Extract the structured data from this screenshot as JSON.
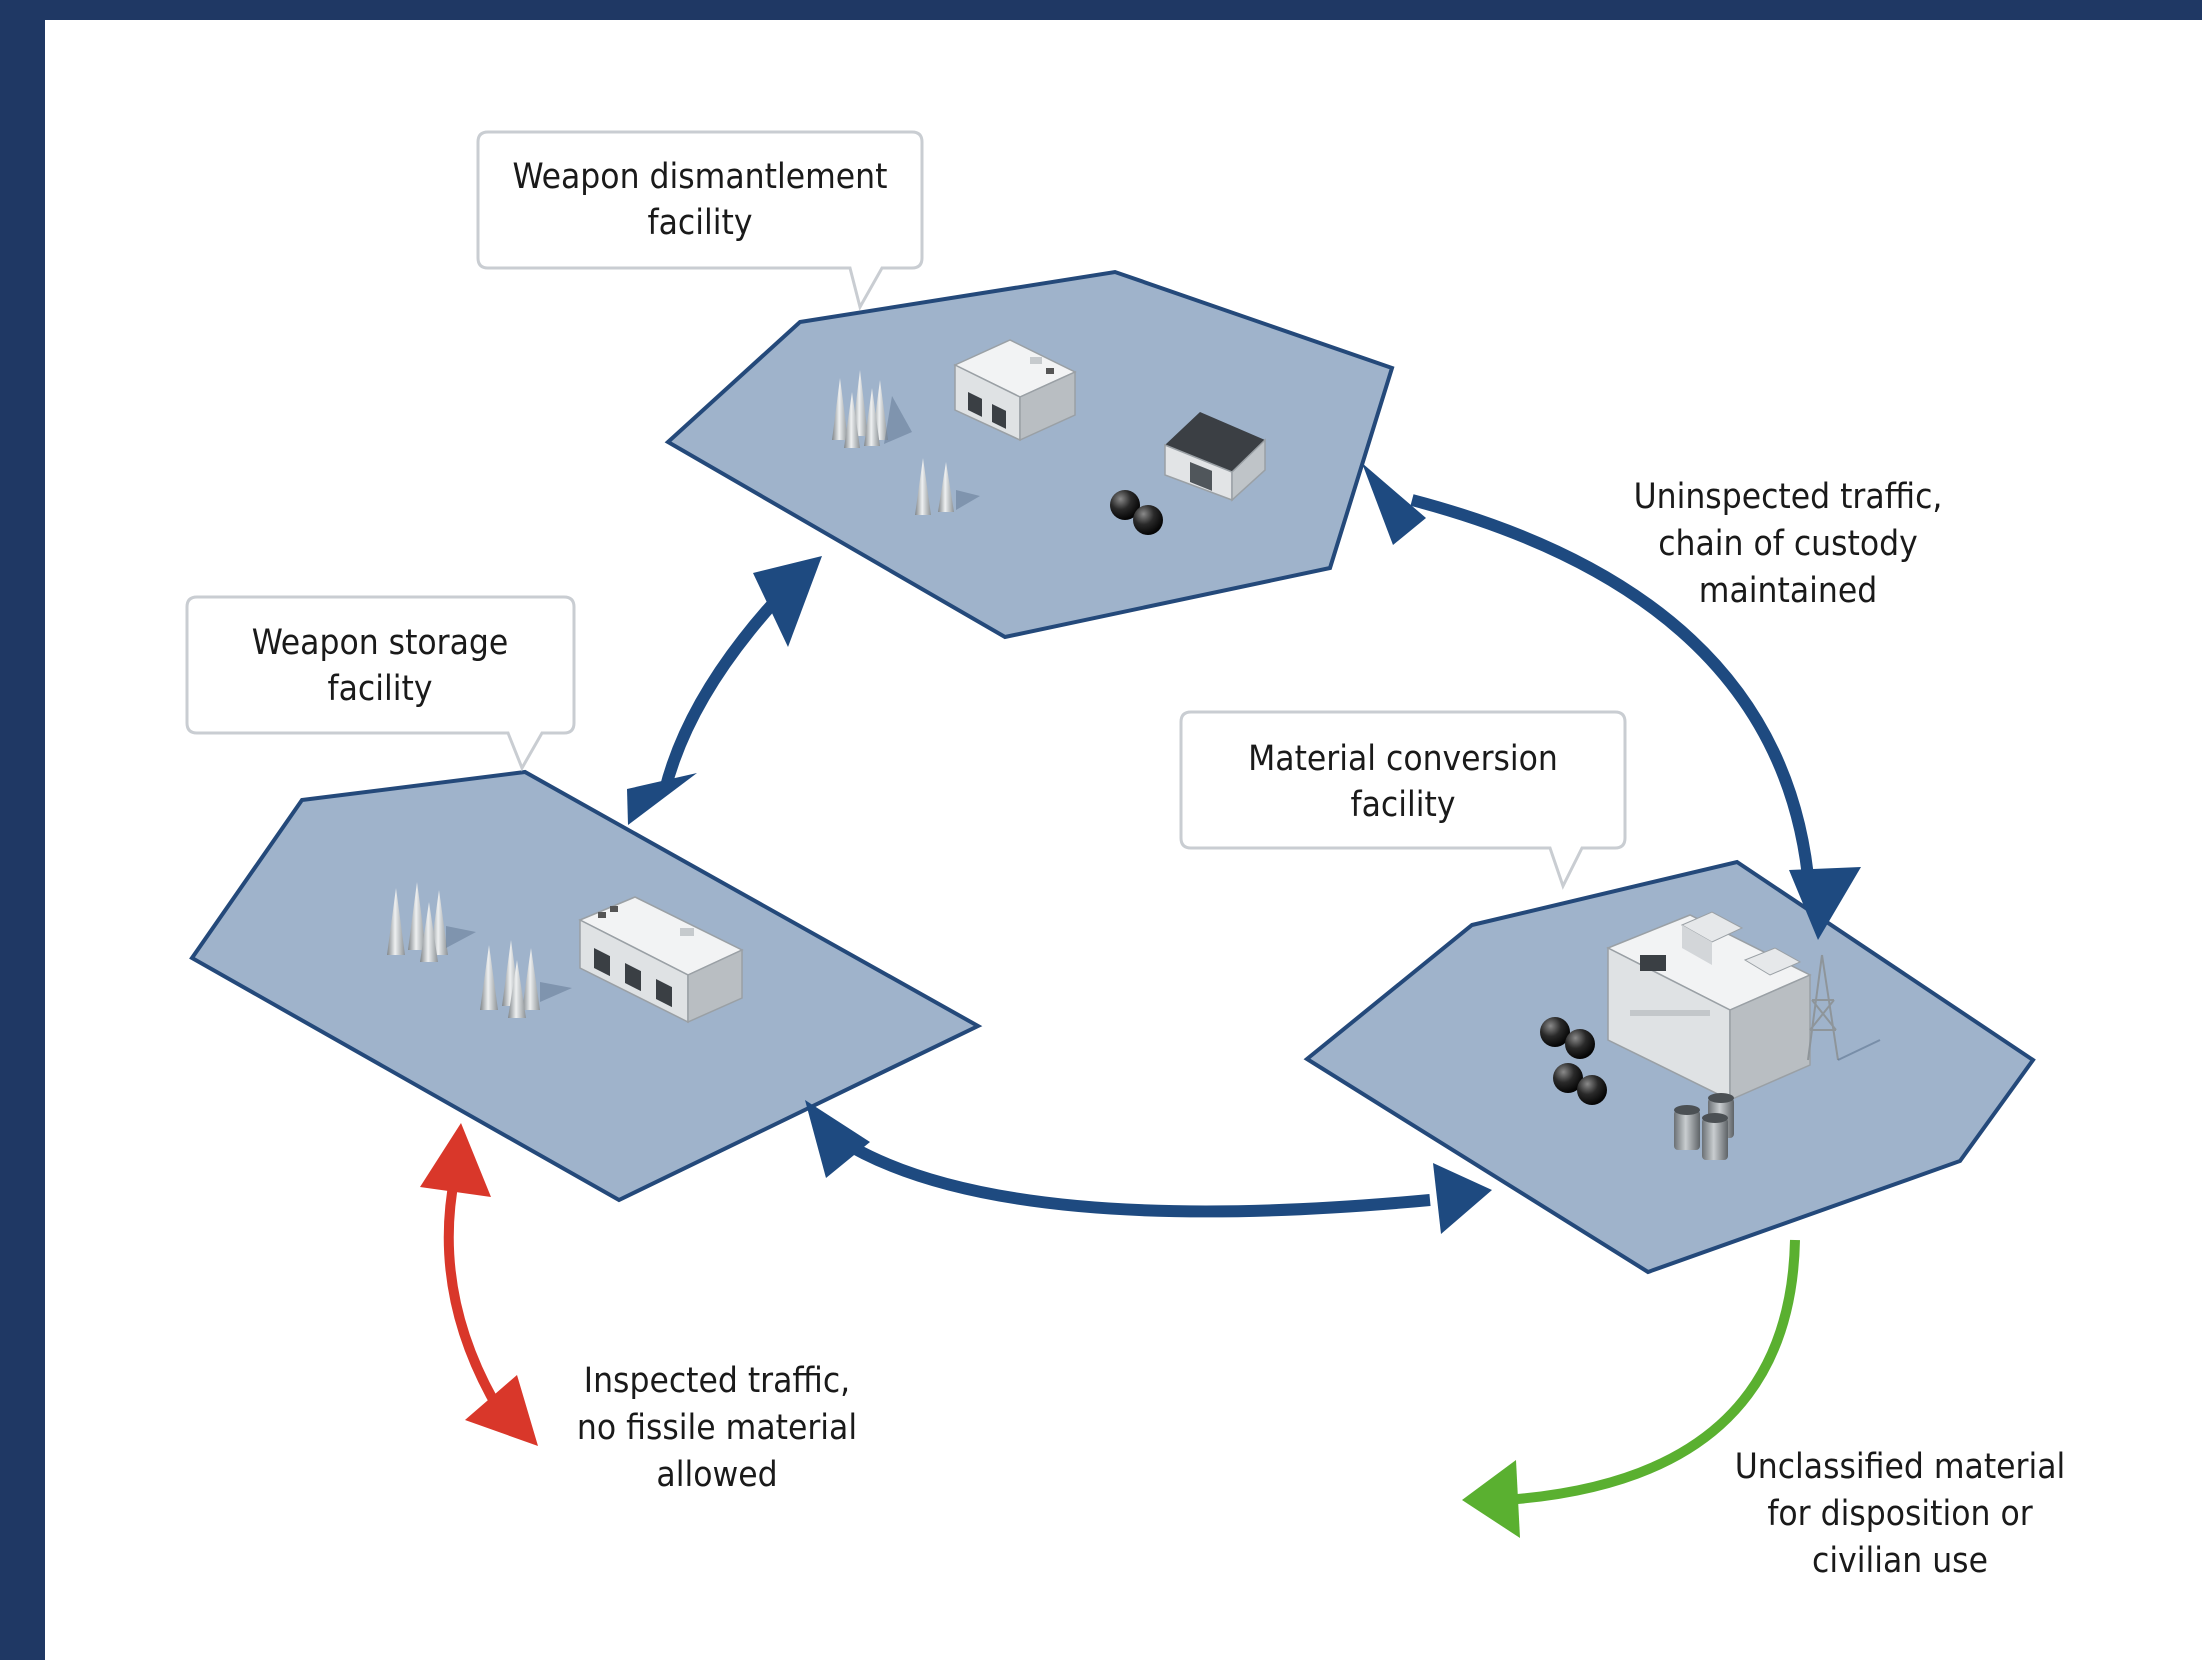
{
  "diagram": {
    "colors": {
      "frame": "#1f3864",
      "zone_fill": "#9fb3cb",
      "zone_stroke": "#24497a",
      "custody_arrow": "#1e4a80",
      "inspected_arrow": "#d9372a",
      "released_arrow": "#5ab030",
      "callout_border": "#c9cdd2"
    },
    "facilities": {
      "dismantlement": {
        "label_line1": "Weapon dismantlement",
        "label_line2": "facility"
      },
      "storage": {
        "label_line1": "Weapon storage",
        "label_line2": "facility"
      },
      "conversion": {
        "label_line1": "Material conversion",
        "label_line2": "facility"
      }
    },
    "notes": {
      "uninspected": {
        "line1": "Uninspected traffic,",
        "line2": "chain of custody",
        "line3": "maintained"
      },
      "inspected": {
        "line1": "Inspected traffic,",
        "line2": "no fissile material",
        "line3": "allowed"
      },
      "unclassified": {
        "line1": "Unclassified material",
        "line2": "for disposition or",
        "line3": "civilian use"
      }
    },
    "icons": {
      "warhead": "warhead-icon",
      "building": "building-icon",
      "garage": "garage-icon",
      "pits": "pit-spheres-icon",
      "barrels": "barrel-icon",
      "tower": "tower-icon"
    }
  }
}
